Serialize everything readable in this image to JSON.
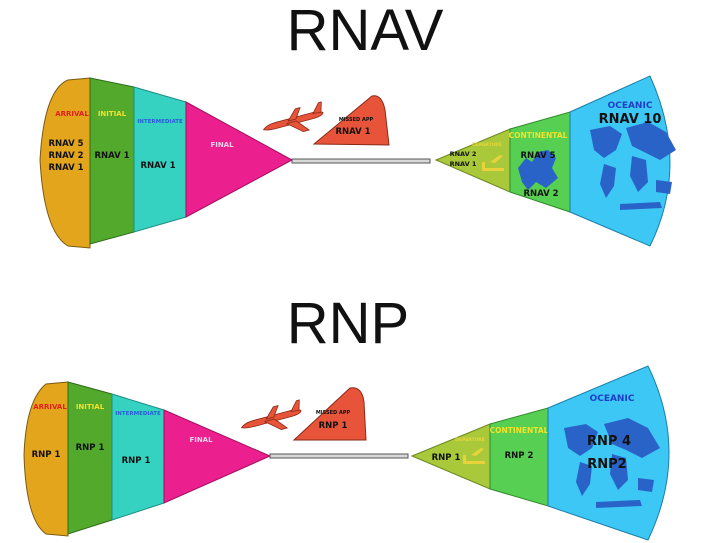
{
  "rnav": {
    "title": "RNAV",
    "approach": {
      "arrival": {
        "label": "ARRIVAL",
        "specs": [
          "RNAV 5",
          "RNAV 2",
          "RNAV 1"
        ]
      },
      "initial": {
        "label": "INITIAL",
        "spec": "RNAV 1"
      },
      "intermediate": {
        "label": "INTERMEDIATE",
        "spec": "RNAV 1"
      },
      "final": {
        "label": "FINAL"
      }
    },
    "missed_app": {
      "label": "MISSED APP",
      "spec": "RNAV 1"
    },
    "departure": {
      "label": "DEPARTURE",
      "specs": [
        "RNAV 2",
        "RNAV 1"
      ]
    },
    "continental": {
      "label": "CONTINENTAL",
      "specs": [
        "RNAV 5",
        "RNAV 2"
      ]
    },
    "oceanic": {
      "label": "OCEANIC",
      "spec": "RNAV 10"
    }
  },
  "rnp": {
    "title": "RNP",
    "approach": {
      "arrival": {
        "label": "ARRIVAL",
        "spec": "RNP 1"
      },
      "initial": {
        "label": "INITIAL",
        "spec": "RNP 1"
      },
      "intermediate": {
        "label": "INTERMEDIATE",
        "spec": "RNP 1"
      },
      "final": {
        "label": "FINAL"
      }
    },
    "missed_app": {
      "label": "MISSED APP",
      "spec": "RNP 1"
    },
    "departure": {
      "label": "DEPARTURE",
      "spec": "RNP 1"
    },
    "continental": {
      "label": "CONTINENTAL",
      "spec": "RNP 2"
    },
    "oceanic": {
      "label": "OCEANIC",
      "specs": [
        "RNP 4",
        "RNP2"
      ]
    }
  },
  "colors": {
    "arrival": "#e2a51c",
    "initial": "#52a92c",
    "intermediate": "#35d2c2",
    "final": "#ec1f8f",
    "missed_app": "#e8543a",
    "departure": "#a9c93a",
    "continental": "#57cf52",
    "oceanic": "#3cc7f5",
    "continents": "#2a63c8",
    "arrival_label": "#e01e1e",
    "initial_label": "#f2e22a",
    "intermediate_label": "#2a5bd7",
    "final_label": "#f4d3ea",
    "continental_label": "#f2e22a",
    "oceanic_label": "#1d3fc5",
    "departure_label": "#e8d43a"
  },
  "icons": [
    "airplane-icon",
    "world-map-icon",
    "europe-map-icon",
    "departure-tower-icon"
  ]
}
